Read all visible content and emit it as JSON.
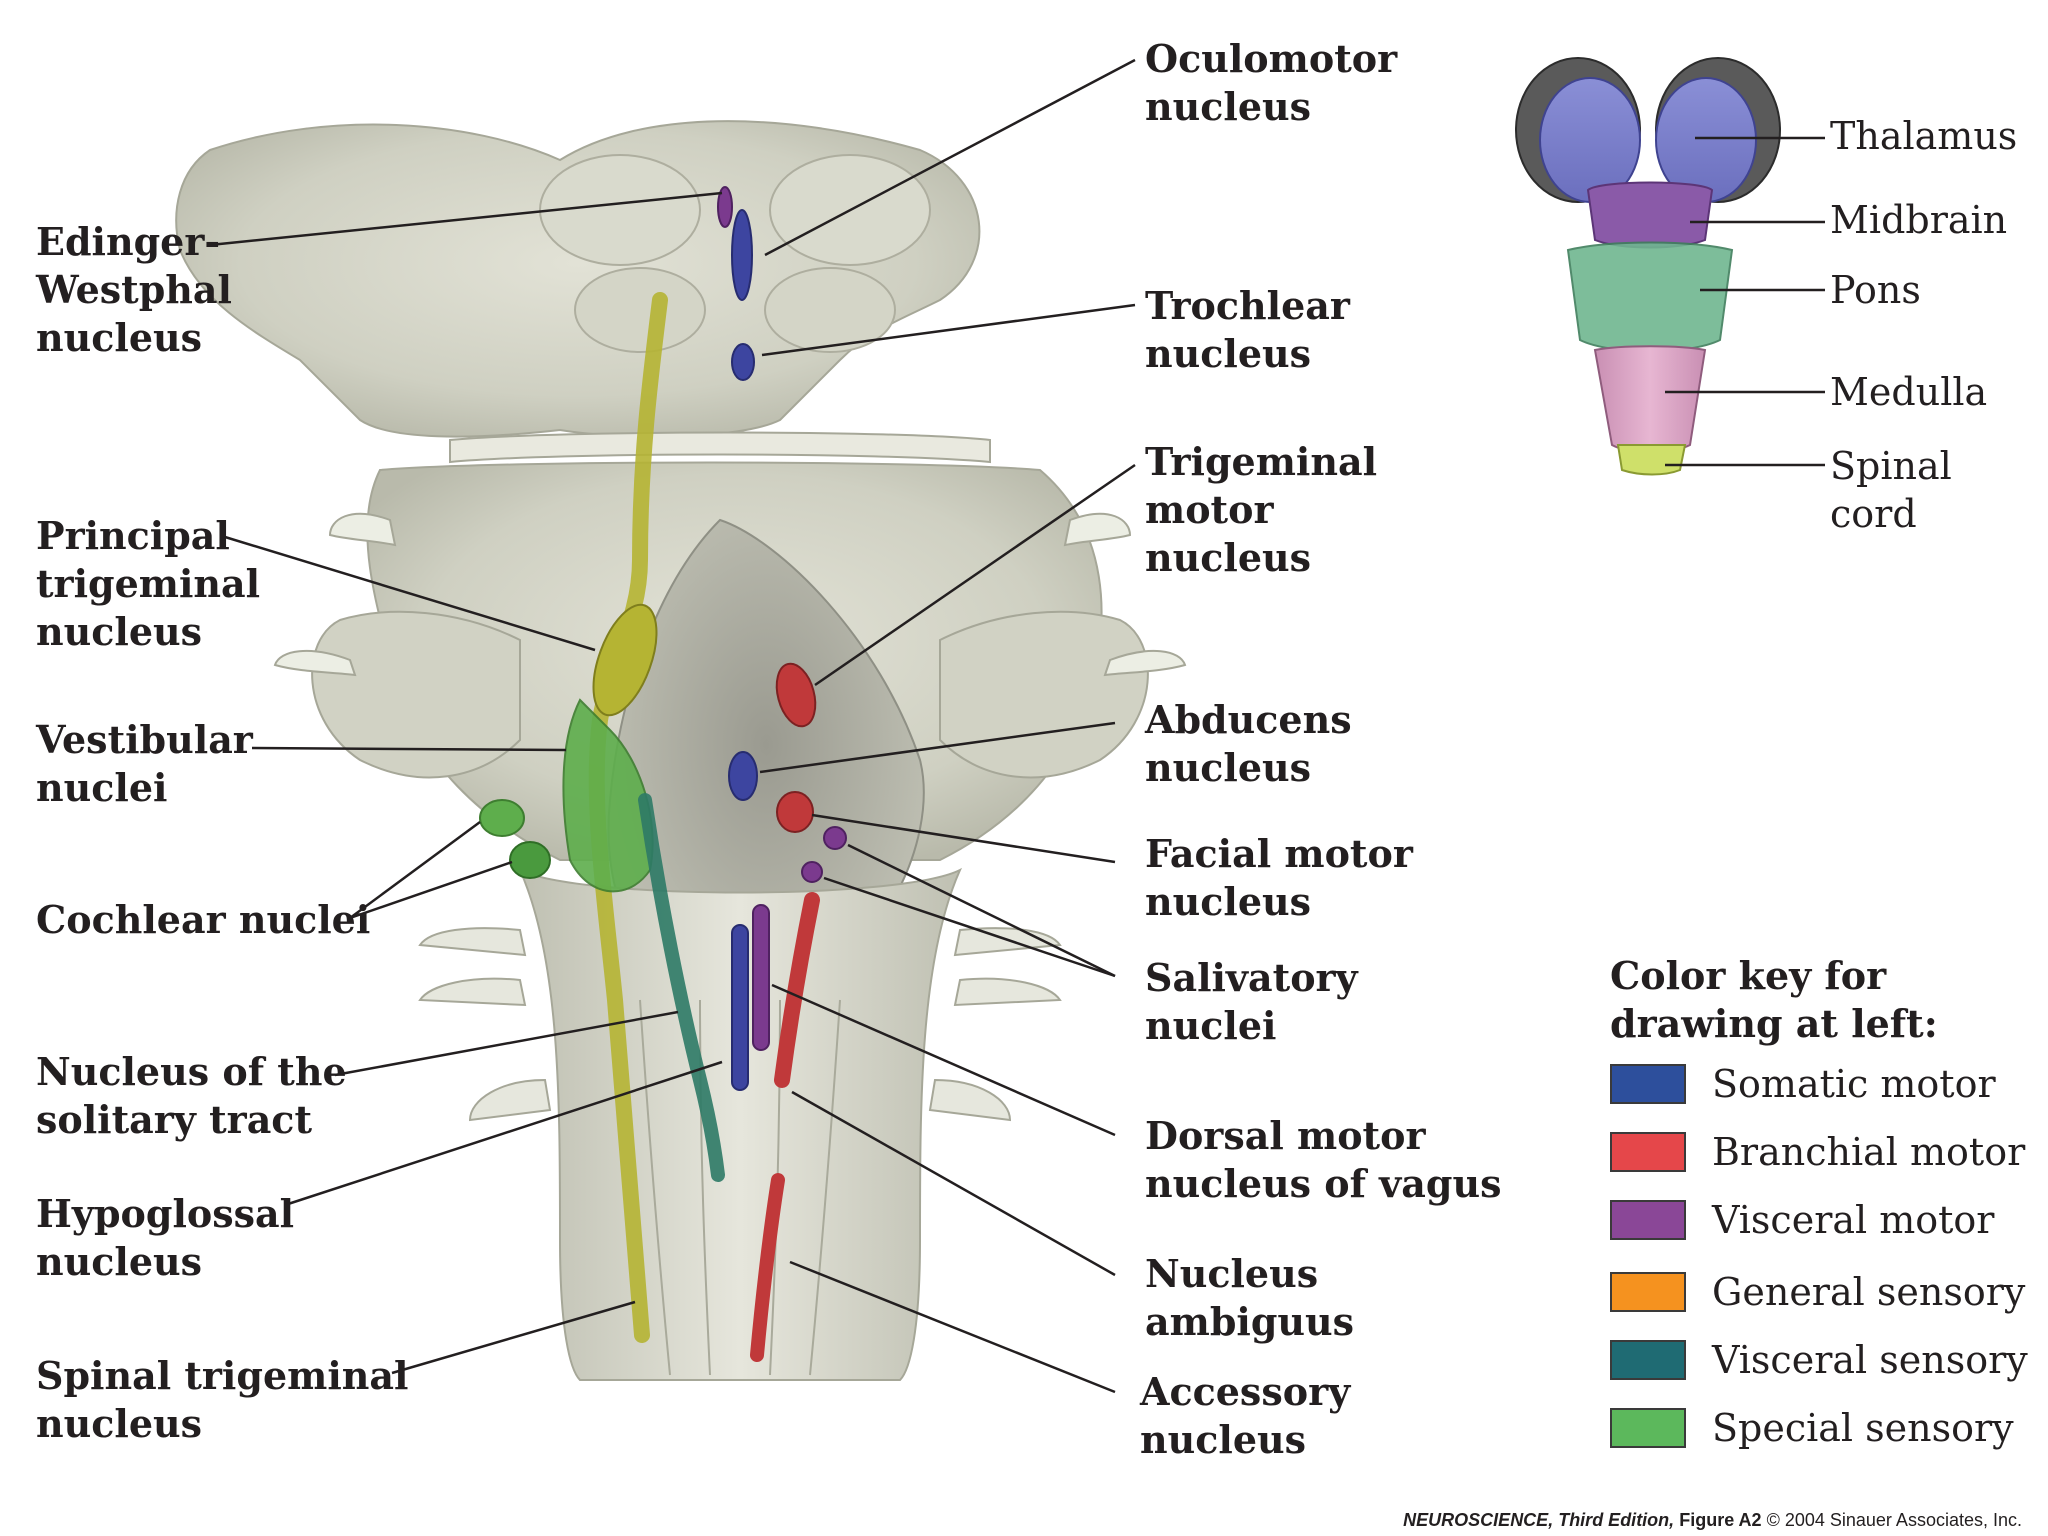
{
  "labels": {
    "oculomotor": "Oculomotor\nnucleus",
    "edinger": "Edinger-\nWestphal\nnucleus",
    "trochlear": "Trochlear\nnucleus",
    "trigeminal_motor": "Trigeminal\nmotor\nnucleus",
    "principal_trigeminal": "Principal\ntrigeminal\nnucleus",
    "vestibular": "Vestibular\nnuclei",
    "abducens": "Abducens\nnucleus",
    "facial_motor": "Facial motor\nnucleus",
    "cochlear": "Cochlear nuclei",
    "salivatory": "Salivatory\nnuclei",
    "solitary": "Nucleus of the\nsolitary tract",
    "dorsal_motor_vagus": "Dorsal motor\nnucleus of vagus",
    "hypoglossal": "Hypoglossal\nnucleus",
    "ambiguus": "Nucleus\nambiguus",
    "spinal_trigeminal": "Spinal trigeminal\nnucleus",
    "accessory": "Accessory\nnucleus"
  },
  "inset": {
    "thalamus": "Thalamus",
    "midbrain": "Midbrain",
    "pons": "Pons",
    "medulla": "Medulla",
    "spinal_cord": "Spinal\ncord"
  },
  "color_key": {
    "title": "Color key for\ndrawing at left:",
    "items": [
      {
        "label": "Somatic motor",
        "color": "#2d4f9c"
      },
      {
        "label": "Branchial motor",
        "color": "#e5474a"
      },
      {
        "label": "Visceral motor",
        "color": "#8a4797"
      },
      {
        "label": "General sensory",
        "color": "#f5921f"
      },
      {
        "label": "Visceral sensory",
        "color": "#1f6b73"
      },
      {
        "label": "Special sensory",
        "color": "#5cb85c"
      }
    ]
  },
  "colors": {
    "somatic_motor": "#3d45a0",
    "branchial_motor": "#c0393a",
    "visceral_motor": "#7b3a8e",
    "general_sensory": "#b5b433",
    "visceral_sensory": "#2e7a66",
    "special_sensory": "#5eae4c"
  },
  "credit": {
    "book": "NEUROSCIENCE, Third Edition,",
    "figure": "Figure A2",
    "copyright": "© 2004 Sinauer Associates, Inc."
  }
}
